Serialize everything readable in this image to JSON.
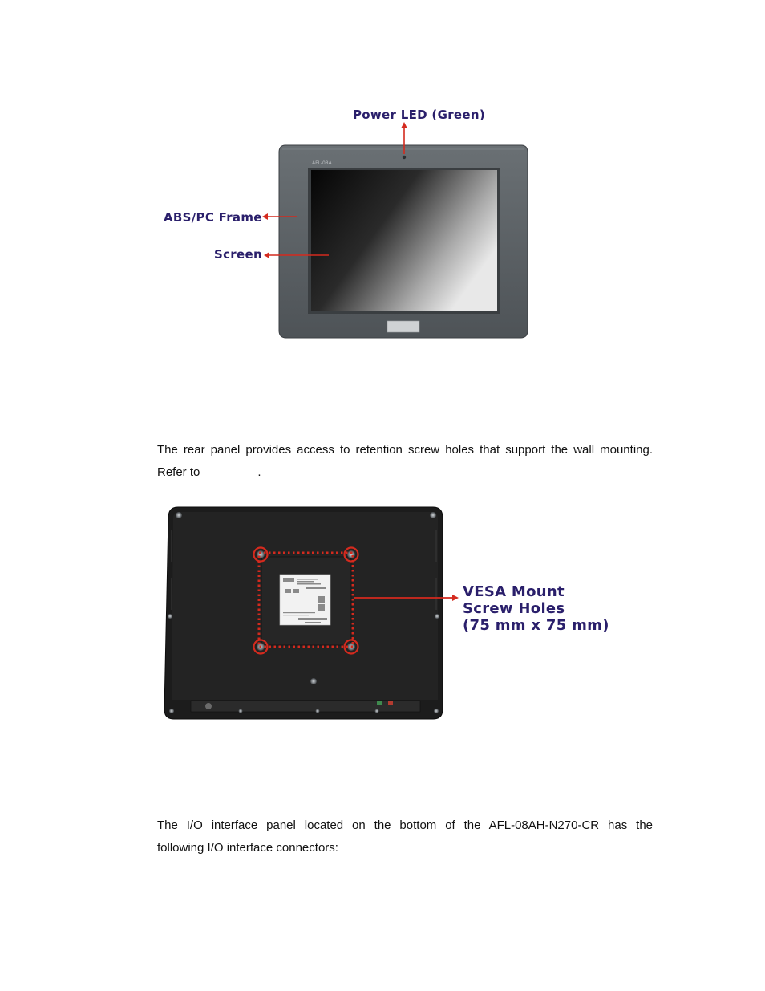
{
  "figure1": {
    "label_power_led": "Power LED (Green)",
    "label_frame": "ABS/PC Frame",
    "label_screen": "Screen",
    "model_text": "AFL-08A"
  },
  "section_rear": {
    "paragraph_line1": "The rear panel provides access to retention screw holes that support the wall mounting.",
    "paragraph_line2_start": "Refer to",
    "paragraph_line2_end": "."
  },
  "figure2": {
    "vesa_line1": "VESA Mount",
    "vesa_line2": "Screw Holes",
    "vesa_line3": "(75 mm x 75 mm)"
  },
  "section_io": {
    "paragraph_line1": "The I/O interface panel located on the bottom of the AFL-08AH-N270-CR has the",
    "paragraph_line2": "following I/O interface connectors:"
  },
  "colors": {
    "callout_text": "#2a1f6b",
    "arrow_red": "#d42a1e",
    "bezel_gray": "#5a6064",
    "rear_body": "#1c1c1c"
  }
}
